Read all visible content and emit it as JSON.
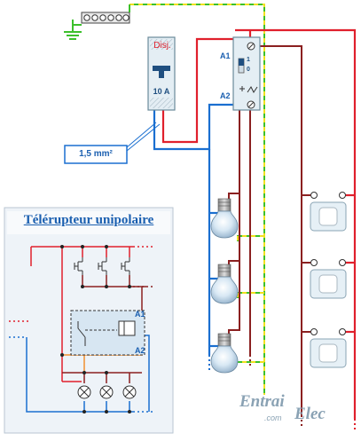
{
  "breaker": {
    "label": "Disj.",
    "rating": "10 A"
  },
  "relay": {
    "terminal_a1": "A1",
    "terminal_a2": "A2",
    "pos_on": "1",
    "pos_off": "0"
  },
  "cable": {
    "section": "1,5 mm²"
  },
  "inset": {
    "title": "Télérupteur unipolaire",
    "terminal_a1": "A1",
    "terminal_a2": "A2"
  },
  "logo": {
    "text_left": "Entrai",
    "text_right": "Elec",
    "text_sub": ".com"
  },
  "colors": {
    "phase": "#e0202c",
    "neutral": "#1a6fd0",
    "earth": "#3cc02c",
    "earth_dash": "#f0e020",
    "return": "#8b2020",
    "command": "#f09030",
    "label_blue": "#1a5fb0"
  }
}
